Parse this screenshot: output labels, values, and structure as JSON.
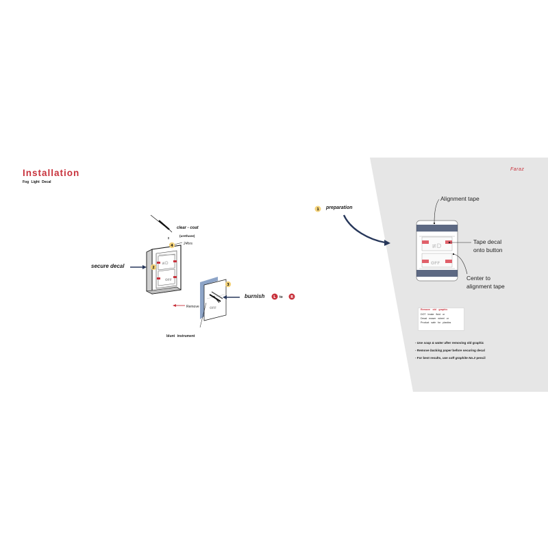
{
  "header": {
    "title": "Installation",
    "subtitle": "Fog Light Decal",
    "brand": "Faraz"
  },
  "left_diagram": {
    "clear_coat": "clear - coat",
    "urethane": "(urethane)",
    "hours": "24hrs",
    "secure_decal": "secure decal",
    "burnish": "burnish",
    "burnish_from": "L",
    "to": "to",
    "burnish_to": "R",
    "remove": "Remove",
    "blunt_instrument": "blunt instrument",
    "step_2": "2",
    "step_3": "3",
    "step_4": "4",
    "decal_off": "OFF"
  },
  "right_diagram": {
    "step_1": "1",
    "preparation": "preparation",
    "callout_alignment_tape": "Alignment tape",
    "callout_tape_decal_1": "Tape decal",
    "callout_tape_decal_2": "onto button",
    "callout_center_1": "Center to",
    "callout_center_2": "alignment tape",
    "decal_off": "OFF"
  },
  "note": {
    "title": "Remove old graphic",
    "line1": "DOT brake fluid or",
    "line2": "Decal eraser wheel or",
    "line3": "Product safe for plastics"
  },
  "tips": [
    {
      "prefix": "- Use ",
      "em": "soap & water",
      "suffix": " after removing old graphic"
    },
    {
      "prefix": "- Remove ",
      "em": "backing paper",
      "suffix": " before securing decal"
    },
    {
      "prefix": "- For best results, use ",
      "em": "soft graphite No.2",
      "suffix": " pencil"
    }
  ],
  "colors": {
    "accent_red": "#c8323c",
    "step_yellow": "#f3d27a",
    "navy": "#27375a",
    "tape_blue": "#8da4c7",
    "panel_gray": "#e6e6e6"
  }
}
